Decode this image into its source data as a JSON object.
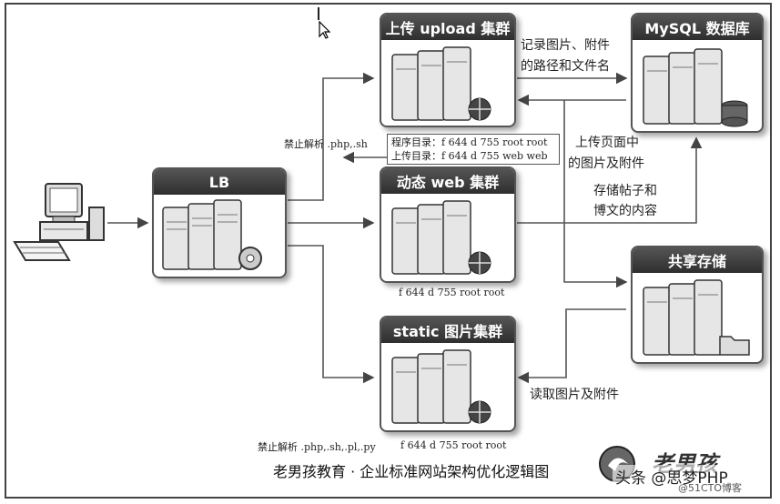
{
  "nodes": {
    "lb": {
      "title": "LB"
    },
    "upload": {
      "title": "上传 upload 集群"
    },
    "web": {
      "title": "动态 web 集群"
    },
    "static": {
      "title": "static 图片集群"
    },
    "mysql": {
      "title": "MySQL 数据库"
    },
    "storage": {
      "title": "共享存储"
    }
  },
  "labels": {
    "record_line1": "记录图片、附件",
    "record_line2": "的路径和文件名",
    "upload_line1": "上传页面中",
    "upload_line2": "的图片及附件",
    "store_line1": "存储帖子和",
    "store_line2": "博文的内容",
    "read": "读取图片及附件",
    "forbid_upload": "禁止解析 .php,.sh",
    "forbid_static": "禁止解析 .php,.sh,.pl,.py",
    "perm_program": "程序目录：f 644 d 755 root root",
    "perm_upload": "上传目录：f 644 d 755 web web",
    "perm_web": "f 644 d 755 root root",
    "perm_static": "f 644 d 755 root root"
  },
  "footer": "老男孩教育 · 企业标准网站架构优化逻辑图",
  "logo_text": "老男孩",
  "watermark": "头条 @思梦PHP",
  "watermark2": "@51CTO博客"
}
